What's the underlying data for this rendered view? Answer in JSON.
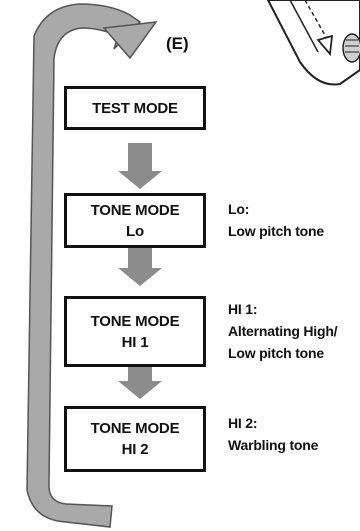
{
  "step_label": "(E)",
  "modes": [
    {
      "lines": [
        "TEST MODE"
      ]
    },
    {
      "lines": [
        "TONE MODE",
        "Lo"
      ]
    },
    {
      "lines": [
        "TONE MODE",
        "HI 1"
      ]
    },
    {
      "lines": [
        "TONE MODE",
        "HI 2"
      ]
    }
  ],
  "notes": [
    {
      "lines": [
        "Lo:",
        "Low pitch tone"
      ]
    },
    {
      "lines": [
        "HI 1:",
        "Alternating High/",
        "Low pitch tone"
      ]
    },
    {
      "lines": [
        "HI 2:",
        "Warbling tone"
      ]
    }
  ],
  "colors": {
    "loop_fill": "#a9a9a9",
    "loop_edge": "#555555",
    "arrow_fill": "#8c8c8c",
    "box_border": "#111111"
  }
}
